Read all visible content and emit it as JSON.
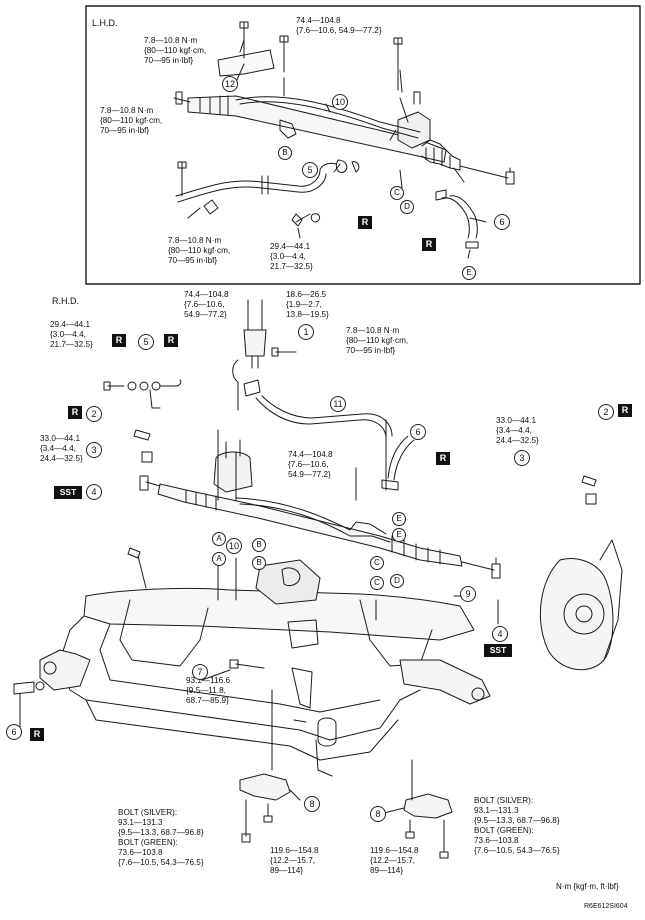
{
  "lhd": {
    "title": "L.H.D.",
    "torques": [
      "7.8—10.8 N·m\n{80—110 kgf·cm,\n70—95 in·lbf}",
      "74.4—104.8\n{7.6—10.6, 54.9—77.2}",
      "7.8—10.8 N·m\n{80—110 kgf·cm,\n70—95 in·lbf}",
      "7.8—10.8 N·m\n{80—110 kgf·cm,\n70—95 in·lbf}",
      "29.4—44.1\n{3.0—4.4,\n21.7—32.5}"
    ],
    "callouts": [
      "12",
      "10",
      "5",
      "6"
    ],
    "letters": [
      "B",
      "C",
      "D",
      "E"
    ],
    "tags": [
      "R",
      "R",
      "R"
    ]
  },
  "rhd": {
    "title": "R.H.D.",
    "torques": [
      "74.4—104.8\n{7.6—10.6,\n54.9—77.2}",
      "18.6—26.5\n{1.9—2.7,\n13.8—19.5}",
      "29.4—44.1\n{3.0—4.4,\n21.7—32.5}",
      "7.8—10.8 N·m\n{80—110 kgf·cm,\n70—95 in·lbf}",
      "33.0—44.1\n{3.4—4.4,\n24.4—32.5}",
      "74.4—104.8\n{7.6—10.6,\n54.9—77.2}",
      "33.0—44.1\n{3.4—4.4,\n24.4—32.5}",
      "93.1—116.6\n{9.5—11.8,\n68.7—85.9}",
      "119.6—154.8\n{12.2—15.7,\n89—114}",
      "119.6—154.8\n{12.2—15.7,\n89—114}"
    ],
    "bolt_left": "BOLT (SILVER):\n93.1—131.3\n{9.5—13.3, 68.7—96.8}\nBOLT (GREEN):\n73.6—103.8\n{7.6—10.5, 54.3—76.5}",
    "bolt_right": "BOLT (SILVER):\n93.1—131.3\n{9.5—13.3, 68.7—96.8}\nBOLT (GREEN):\n73.6—103.8\n{7.6—10.5, 54.3—76.5}",
    "callouts": [
      "1",
      "2",
      "3",
      "4",
      "5",
      "6",
      "7",
      "8",
      "9",
      "10",
      "11",
      "2",
      "3",
      "4",
      "6",
      "8"
    ],
    "letters": [
      "A",
      "B",
      "A",
      "B",
      "C",
      "D",
      "E",
      "E",
      "C"
    ],
    "r_tag": "R",
    "sst_tag": "SST"
  },
  "footer": {
    "units": "N·m {kgf·m, ft·lbf}",
    "code": "R6E612SI604"
  },
  "colors": {
    "line": "#1a1a1a",
    "tag_bg": "#111111",
    "tag_fg": "#ffffff",
    "paper": "#ffffff"
  }
}
